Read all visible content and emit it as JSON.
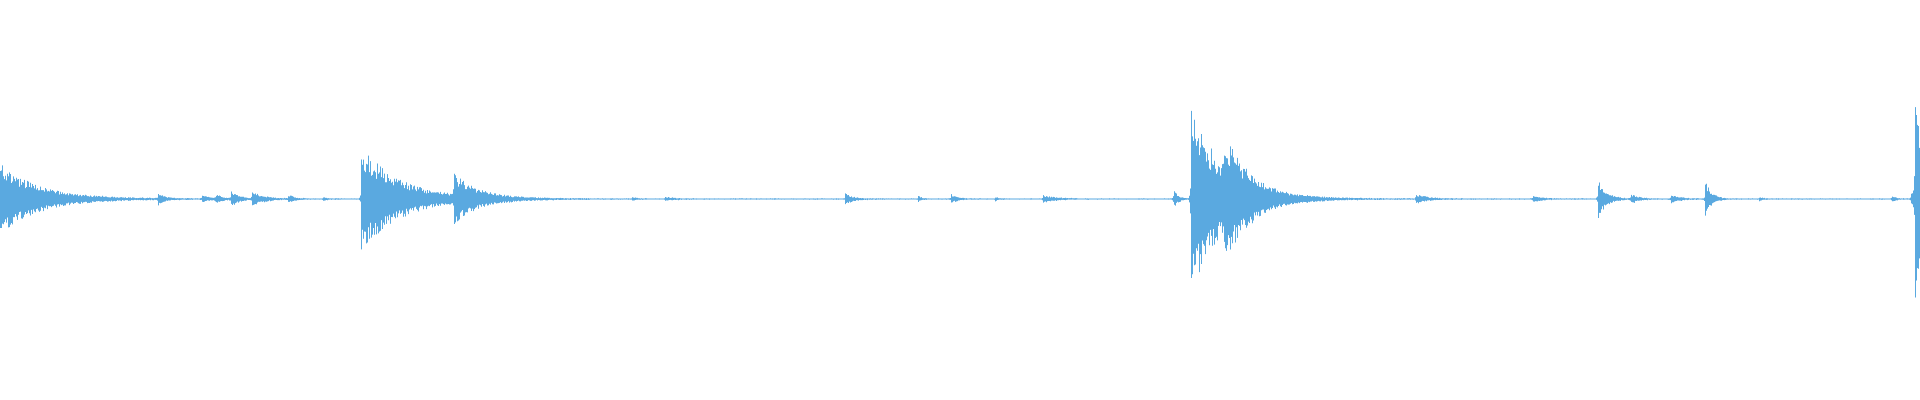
{
  "waveform": {
    "color": "#5aa9e0",
    "background": "#ffffff",
    "baseline_amplitude": 0.006,
    "transients": [
      {
        "t": 0.0,
        "amp": 0.36,
        "decay": 0.02
      },
      {
        "t": 0.082,
        "amp": 0.06,
        "decay": 0.003
      },
      {
        "t": 0.105,
        "amp": 0.03,
        "decay": 0.004
      },
      {
        "t": 0.112,
        "amp": 0.05,
        "decay": 0.003
      },
      {
        "t": 0.12,
        "amp": 0.08,
        "decay": 0.004
      },
      {
        "t": 0.131,
        "amp": 0.07,
        "decay": 0.006
      },
      {
        "t": 0.15,
        "amp": 0.04,
        "decay": 0.003
      },
      {
        "t": 0.168,
        "amp": 0.02,
        "decay": 0.002
      },
      {
        "t": 0.188,
        "amp": 0.54,
        "decay": 0.02
      },
      {
        "t": 0.236,
        "amp": 0.22,
        "decay": 0.012
      },
      {
        "t": 0.329,
        "amp": 0.02,
        "decay": 0.002
      },
      {
        "t": 0.346,
        "amp": 0.02,
        "decay": 0.005
      },
      {
        "t": 0.44,
        "amp": 0.06,
        "decay": 0.004
      },
      {
        "t": 0.478,
        "amp": 0.03,
        "decay": 0.002
      },
      {
        "t": 0.495,
        "amp": 0.05,
        "decay": 0.003
      },
      {
        "t": 0.518,
        "amp": 0.02,
        "decay": 0.002
      },
      {
        "t": 0.543,
        "amp": 0.04,
        "decay": 0.006
      },
      {
        "t": 0.611,
        "amp": 0.12,
        "decay": 0.002
      },
      {
        "t": 0.62,
        "amp": 1.0,
        "decay": 0.016
      },
      {
        "t": 0.637,
        "amp": 0.38,
        "decay": 0.012
      },
      {
        "t": 0.737,
        "amp": 0.05,
        "decay": 0.006
      },
      {
        "t": 0.798,
        "amp": 0.04,
        "decay": 0.004
      },
      {
        "t": 0.832,
        "amp": 0.22,
        "decay": 0.004
      },
      {
        "t": 0.849,
        "amp": 0.05,
        "decay": 0.004
      },
      {
        "t": 0.87,
        "amp": 0.05,
        "decay": 0.004
      },
      {
        "t": 0.888,
        "amp": 0.19,
        "decay": 0.003
      },
      {
        "t": 0.916,
        "amp": 0.02,
        "decay": 0.002
      },
      {
        "t": 0.985,
        "amp": 0.04,
        "decay": 0.002
      },
      {
        "t": 0.995,
        "amp": 0.06,
        "decay": 0.002
      },
      {
        "t": 0.997,
        "amp": 1.17,
        "decay": 0.006
      }
    ]
  }
}
